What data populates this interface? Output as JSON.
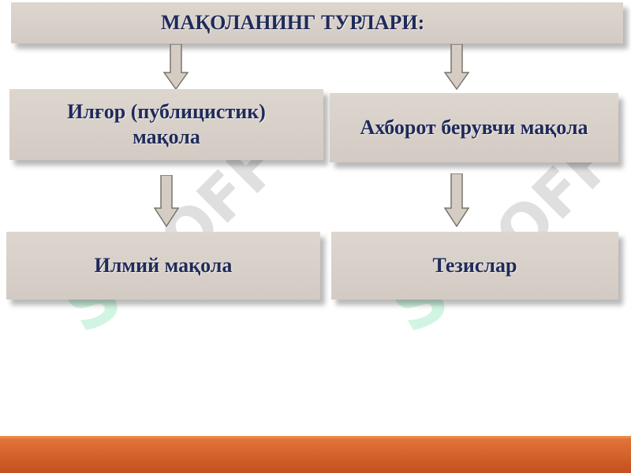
{
  "diagram": {
    "title": "МАҚОЛАНИНГ ТУРЛАРИ:",
    "nodes": {
      "ilgor": "Илғор (публицистик) мақола",
      "axborot": "Ахборот берувчи мақола",
      "ilmiy": "Илмий мақола",
      "tezis": "Тезислар"
    }
  },
  "watermark": {
    "text": "SOFF",
    "logo": "S"
  },
  "colors": {
    "box_fill": "#d8d0c8",
    "text": "#1f2a5a",
    "footer": "#d35f2a",
    "arrow_fill": "#d5cdc4"
  }
}
